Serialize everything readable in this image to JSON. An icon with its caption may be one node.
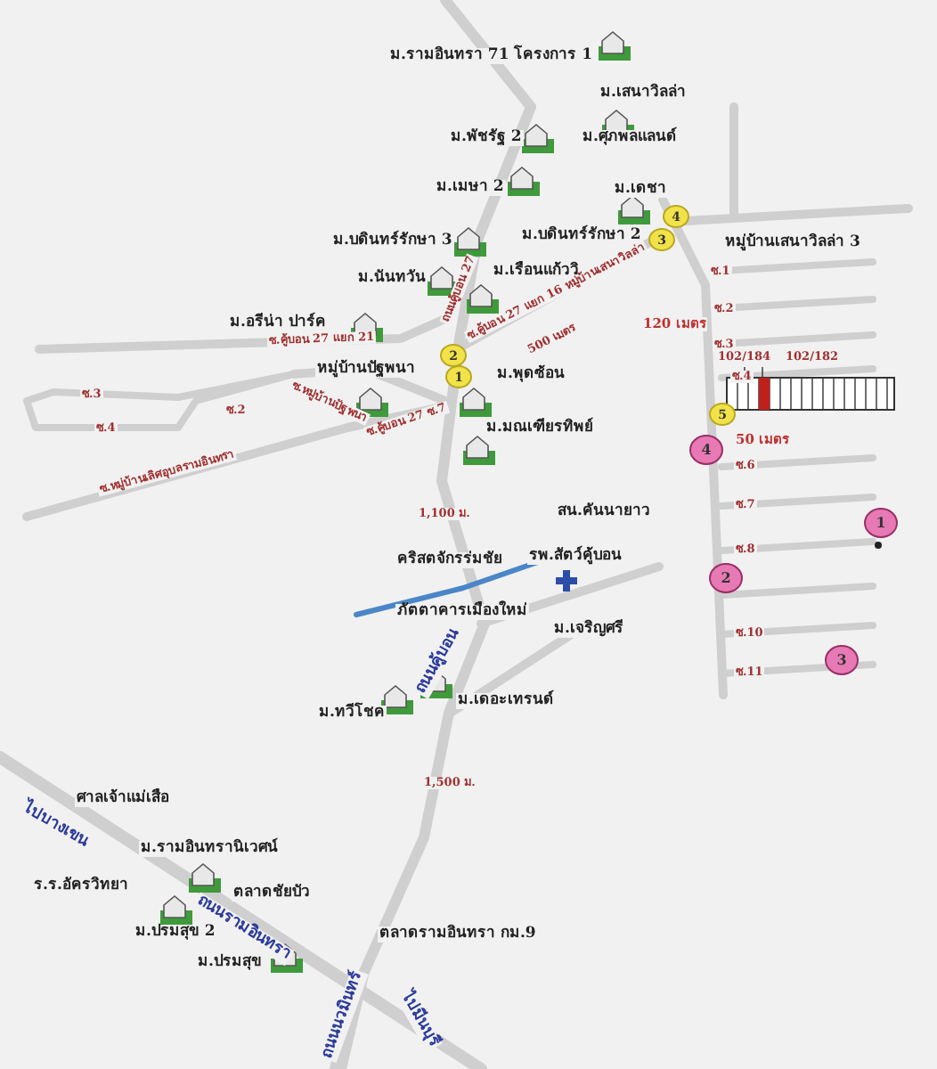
{
  "diagram": {
    "labels": [
      "ม.รามอินทรา 71 โครงการ 1",
      "ม.เสนาวิลล่า",
      "ม.พัชรัฐ 2",
      "ม.ศุภพลแลนด์",
      "ม.เมษา 2",
      "ม.เดชา",
      "ม.บดินทร์รักษา 3",
      "ม.บดินทร์รักษา 2",
      "หมู่บ้านเสนาวิลล่า 3",
      "ม.นันทวัน",
      "ม.เรือนแก้ววิ",
      "ม.อรีน่า ปาร์ค",
      "ถนนคู้บอน 27",
      "ซ.คู้บอน 27 แยก 16 หมู่บ้านเสนาวิลล่า",
      "500 เมตร",
      "120 เมตร",
      "ซ.1",
      "ซ.2",
      "ซ.3",
      "ซ.4",
      "102/184",
      "102/182",
      "50 เมตร",
      "ซ.6",
      "ซ.7",
      "ซ.8",
      "ซ.10",
      "ซ.11",
      "ซ.คู้บอน 27 แยก 21",
      "หมู่บ้านปัฐพนา",
      "ม.พุดซ้อน",
      "ม.มณเฑียรทิพย์",
      "ซ.3",
      "ซ.4",
      "ซ.2",
      "ซ.หมู่บ้านปัฐพนา",
      "ซ.คู้บอน 27 ซ.7",
      "ซ.หมู่บ้านเลิศอุบลรามอินทรา",
      "1,100 ม.",
      "สน.คันนายาว",
      "คริสตจักรร่มชัย",
      "รพ.สัตว์คู้บอน",
      "ภัตตาคารเมืองใหม่",
      "ม.เจริญศรี",
      "ถนนคู้บอน",
      "ม.ทวีโชค",
      "ม.เดอะเทรนด์",
      "1,500 ม.",
      "ศาลเจ้าแม่เสือ",
      "ไปบางเขน",
      "ร.ร.อัครวิทยา",
      "ม.รามอินทรานิเวศน์",
      "ตลาดชัยบัว",
      "ถนนรามอินทรา",
      "ม.ปรมสุข 2",
      "ตลาดรามอินทรา กม.9",
      "ม.ปรมสุข",
      "ถนนนวมินทร์",
      "ไปมีนบุรี",
      "4",
      "3",
      "2",
      "1",
      "5",
      "4",
      "1",
      "2",
      "3"
    ]
  }
}
